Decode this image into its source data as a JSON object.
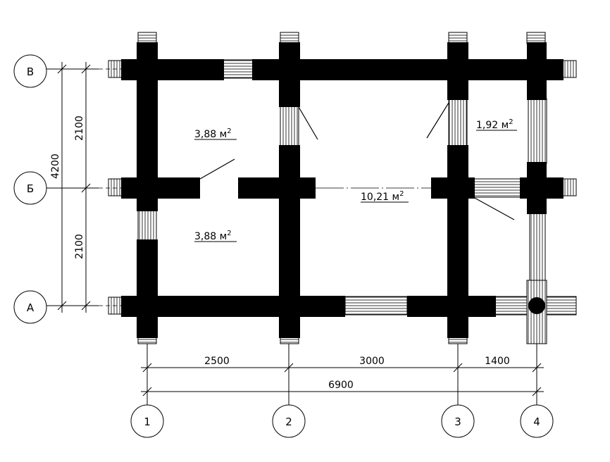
{
  "axes": {
    "columns": [
      {
        "id": "col-1",
        "label": "1"
      },
      {
        "id": "col-2",
        "label": "2"
      },
      {
        "id": "col-3",
        "label": "3"
      },
      {
        "id": "col-4",
        "label": "4"
      }
    ],
    "rows": [
      {
        "id": "row-v",
        "label": "В"
      },
      {
        "id": "row-b",
        "label": "Б"
      },
      {
        "id": "row-a",
        "label": "А"
      }
    ]
  },
  "dimensions": {
    "horizontal": [
      "2500",
      "3000",
      "1400"
    ],
    "horizontal_total": "6900",
    "vertical": [
      "2100",
      "2100"
    ],
    "vertical_total": "4200"
  },
  "rooms": [
    {
      "area": "3,88",
      "unit": "м",
      "sup": "2"
    },
    {
      "area": "3,88",
      "unit": "м",
      "sup": "2"
    },
    {
      "area": "10,21",
      "unit": "м",
      "sup": "2"
    },
    {
      "area": "1,92",
      "unit": "м",
      "sup": "2"
    }
  ],
  "colors": {
    "wall": "#000000",
    "line": "#000000",
    "background": "#ffffff"
  }
}
